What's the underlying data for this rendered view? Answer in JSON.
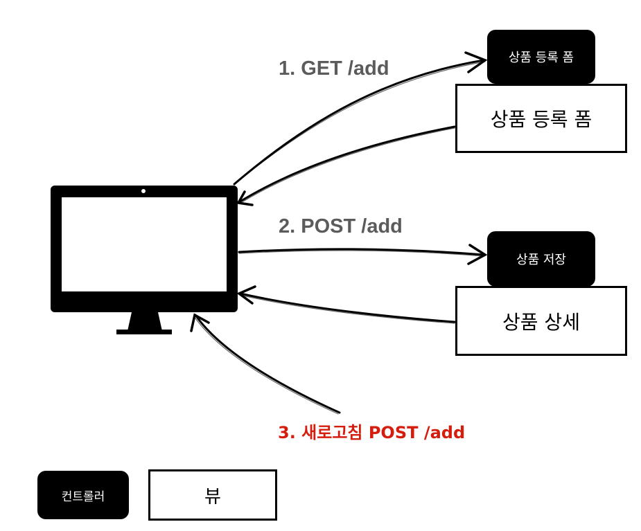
{
  "diagram": {
    "steps": [
      {
        "label": "1. GET /add",
        "controller": "상품 등록 폼",
        "view": "상품 등록 폼",
        "color": "#5b5b5b"
      },
      {
        "label": "2. POST /add",
        "controller": "상품 저장",
        "view": "상품 상세",
        "color": "#5b5b5b"
      },
      {
        "label": "3. 새로고침 POST /add",
        "color": "#d51d0e"
      }
    ],
    "legend": {
      "controller": "컨트롤러",
      "view": "뷰"
    },
    "icons": {
      "client": "desktop-monitor-icon"
    }
  }
}
